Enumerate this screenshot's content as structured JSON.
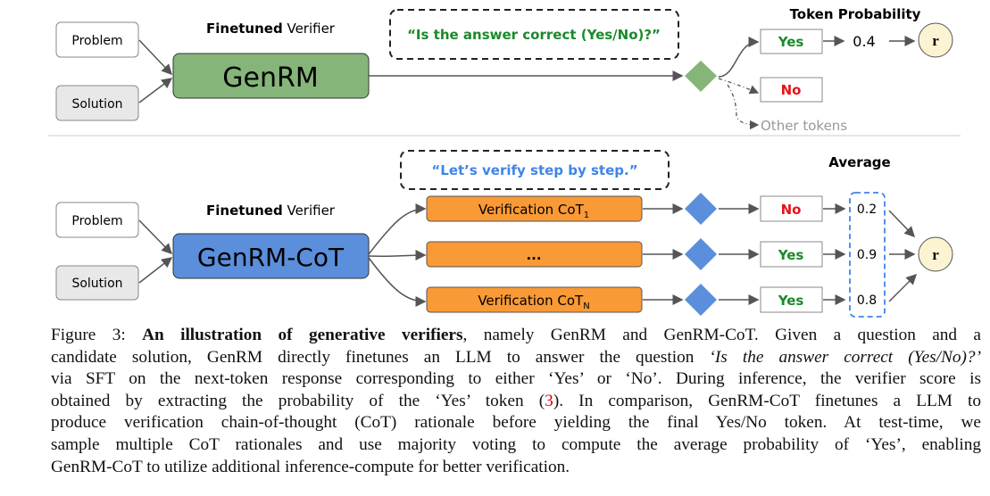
{
  "top": {
    "problem": "Problem",
    "solution": "Solution",
    "verifier_bold": "Finetuned",
    "verifier_rest": " Verifier",
    "model": "GenRM",
    "prompt": "“Is the answer correct (Yes/No)?”",
    "token_prob_label": "Token Probability",
    "yes": "Yes",
    "no": "No",
    "other": "Other tokens",
    "prob": "0.4",
    "reward": "r"
  },
  "bottom": {
    "problem": "Problem",
    "solution": "Solution",
    "verifier_bold": "Finetuned",
    "verifier_rest": " Verifier",
    "model": "GenRM-CoT",
    "prompt": "“Let’s verify step by step.”",
    "average_label": "Average",
    "cot_1": "Verification CoT",
    "cot_1_sub": "1",
    "cot_mid": "...",
    "cot_n": "Verification CoT",
    "cot_n_sub": "N",
    "answers": [
      "No",
      "Yes",
      "Yes"
    ],
    "probs": [
      "0.2",
      "0.9",
      "0.8"
    ],
    "reward": "r"
  },
  "colors": {
    "green": "#86b57a",
    "blue": "#5b8fdc",
    "orange": "#f99a36",
    "yes": "#1a8a2a",
    "no": "#e8121a",
    "prompt_blue": "#3f84ea",
    "circle": "#fcf3d2"
  },
  "caption": {
    "l1a": "Figure 3: ",
    "l1b": "An illustration of generative verifiers",
    "l1c": ", namely GenRM and GenRM-CoT. Given a question and a",
    "l2a": "candidate solution, GenRM directly finetunes an LLM to answer the question ",
    "l2b": "‘Is the answer correct (Yes/No)?’",
    "l3": "via SFT on the next-token response corresponding to either ‘Yes’ or ‘No’. During inference, the verifier score is",
    "l4a": "obtained by extracting the probability of the ‘Yes’ token (",
    "l4b": "3",
    "l4c": "). In comparison, GenRM-CoT finetunes a LLM to",
    "l5": "produce verification chain-of-thought (CoT) rationale before yielding the final Yes/No token. At test-time, we",
    "l6": "sample multiple CoT rationales and use majority voting to compute the average probability of ‘Yes’, enabling",
    "l7": "GenRM-CoT to utilize additional inference-compute for better verification."
  }
}
